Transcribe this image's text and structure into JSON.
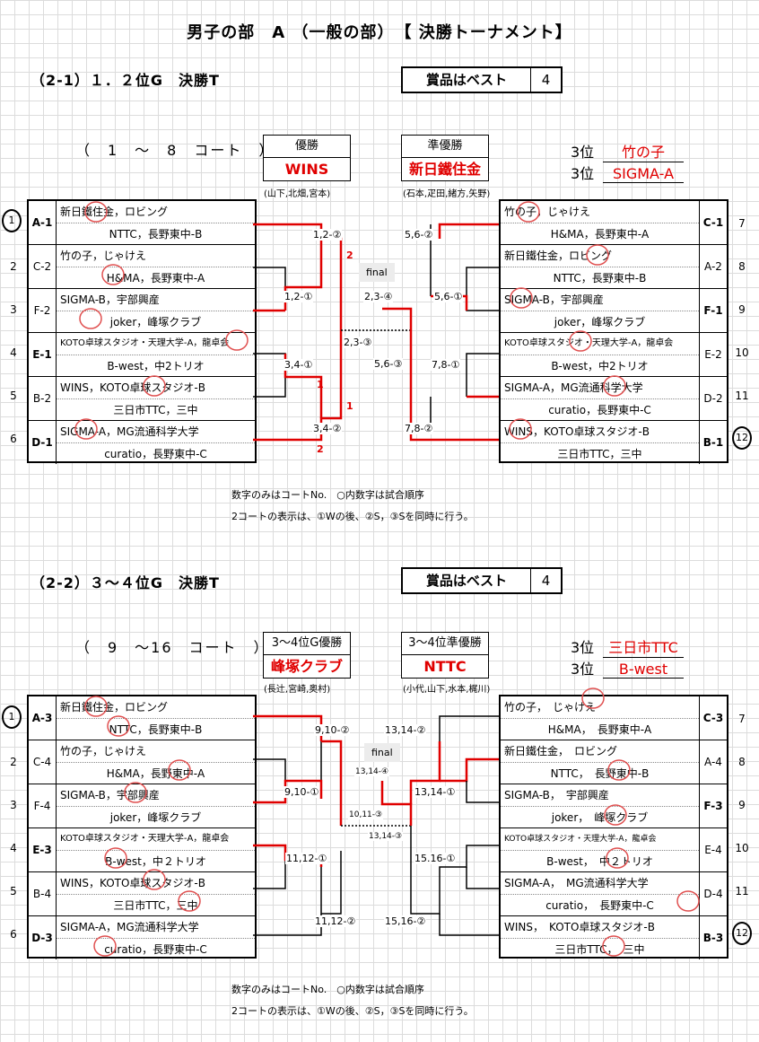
{
  "title": "男子の部　A （一般の部）　【 決勝トーナメント】",
  "sections": [
    {
      "heading": "（2-1）１．２位G　決勝T",
      "prize_label": "賞品はベスト",
      "prize_value": "4",
      "court": "（　1　～　8　コート　）",
      "winner_label": "優勝",
      "winner": "WINS",
      "winner_members": "(山下,北畑,宮本)",
      "runner_label": "準優勝",
      "runner": "新日鐵住金",
      "runner_members": "(石本,疋田,緒方,矢野)",
      "third_label": "3位",
      "third1": "竹の子",
      "third2": "SIGMA-A",
      "final_label": "final",
      "left_rows": [
        {
          "code": "A-1",
          "l1": "新日鐵住金，ロビング",
          "l2": "NTTC，長野東中-B",
          "num": "1"
        },
        {
          "code": "C-2",
          "l1": "竹の子，じゃけえ",
          "l2": "H&MA，長野東中-A",
          "num": "2"
        },
        {
          "code": "F-2",
          "l1": "SIGMA-B，宇部興産",
          "l2": "joker，峰塚クラブ",
          "num": "3"
        },
        {
          "code": "E-1",
          "l1": "KOTO卓球スタジオ・天理大学-A，龍卓会",
          "l2": "B-west，中2トリオ",
          "num": "4"
        },
        {
          "code": "B-2",
          "l1": "WINS，KOTO卓球スタジオ-B",
          "l2": "三日市TTC，三中",
          "num": "5"
        },
        {
          "code": "D-1",
          "l1": "SIGMA-A，MG流通科学大学",
          "l2": "curatio，長野東中-C",
          "num": "6"
        }
      ],
      "right_rows": [
        {
          "code": "C-1",
          "l1": "竹の子，じゃけえ",
          "l2": "H&MA，長野東中-A",
          "num": "7"
        },
        {
          "code": "A-2",
          "l1": "新日鐵住金，ロビング",
          "l2": "NTTC，長野東中-B",
          "num": "8"
        },
        {
          "code": "F-1",
          "l1": "SIGMA-B，宇部興産",
          "l2": "joker，峰塚クラブ",
          "num": "9"
        },
        {
          "code": "E-2",
          "l1": "KOTO卓球スタジオ・天理大学-A，龍卓会",
          "l2": "B-west，中2トリオ",
          "num": "10"
        },
        {
          "code": "D-2",
          "l1": "SIGMA-A，MG流通科学大学",
          "l2": "curatio，長野東中-C",
          "num": "11"
        },
        {
          "code": "B-1",
          "l1": "WINS，KOTO卓球スタジオ-B",
          "l2": "三日市TTC，三中",
          "num": "12"
        }
      ],
      "match_labels": {
        "l12": "1,2-②",
        "l12b": "1,2-①",
        "l34": "3,4-①",
        "l34b": "3,4-②",
        "r56": "5,6-②",
        "r56b": "5,6-①",
        "r78": "7,8-①",
        "r78b": "7,8-②",
        "f1": "2,3-④",
        "f2": "2,3-③",
        "f3": "5,6-③"
      },
      "red_nums": [
        "2",
        "1",
        "1",
        "2"
      ],
      "note1": "数字のみはコートNo.　○内数字は試合順序",
      "note2": "2コートの表示は、①Wの後、②S，③Sを同時に行う。"
    },
    {
      "heading": "（2-2）３～４位G　決勝T",
      "prize_label": "賞品はベスト",
      "prize_value": "4",
      "court": "（　9　～16　コート　）",
      "winner_label": "3～4位G優勝",
      "winner": "峰塚クラブ",
      "winner_members": "(長辻,宮崎,奥村)",
      "runner_label": "3～4位準優勝",
      "runner": "NTTC",
      "runner_members": "(小代,山下,水本,梶川)",
      "third_label": "3位",
      "third1": "三日市TTC",
      "third2": "B-west",
      "final_label": "final",
      "left_rows": [
        {
          "code": "A-3",
          "l1": "新日鐵住金，ロビング",
          "l2": "NTTC，長野東中-B",
          "num": "1"
        },
        {
          "code": "C-4",
          "l1": "竹の子，じゃけえ",
          "l2": "H&MA，長野東中-A",
          "num": "2"
        },
        {
          "code": "F-4",
          "l1": "SIGMA-B，宇部興産",
          "l2": "joker，峰塚クラブ",
          "num": "3"
        },
        {
          "code": "E-3",
          "l1": "KOTO卓球スタジオ・天理大学-A，龍卓会",
          "l2": "B-west，中２トリオ",
          "num": "4"
        },
        {
          "code": "B-4",
          "l1": "WINS，KOTO卓球スタジオ-B",
          "l2": "三日市TTC，三中",
          "num": "5"
        },
        {
          "code": "D-3",
          "l1": "SIGMA-A，MG流通科学大学",
          "l2": "curatio，長野東中-C",
          "num": "6"
        }
      ],
      "right_rows": [
        {
          "code": "C-3",
          "l1": "竹の子，　じゃけえ",
          "l2": "H&MA，　長野東中-A",
          "num": "7"
        },
        {
          "code": "A-4",
          "l1": "新日鐵住金，　ロビング",
          "l2": "NTTC，　長野東中-B",
          "num": "8"
        },
        {
          "code": "F-3",
          "l1": "SIGMA-B，　宇部興産",
          "l2": "joker，　峰塚クラブ",
          "num": "9"
        },
        {
          "code": "E-4",
          "l1": "KOTO卓球スタジオ・天理大学-A，龍卓会",
          "l2": "B-west，　中２トリオ",
          "num": "10"
        },
        {
          "code": "D-4",
          "l1": "SIGMA-A，　MG流通科学大学",
          "l2": "curatio，　長野東中-C",
          "num": "11"
        },
        {
          "code": "B-3",
          "l1": "WINS，　KOTO卓球スタジオ-B",
          "l2": "三日市TTC，　三中",
          "num": "12"
        }
      ],
      "match_labels": {
        "l12": "9,10-②",
        "l12b": "9,10-①",
        "l34": "11,12-①",
        "l34b": "11,12-②",
        "r56": "13,14-②",
        "r56b": "13,14-①",
        "r78": "15.16-①",
        "r78b": "15,16-②",
        "f1": "13,14-④",
        "f2": "10,11-③",
        "f3": "13,14-③"
      },
      "note1": "数字のみはコートNo.　○内数字は試合順序",
      "note2": "2コートの表示は、①Wの後、②S，③Sを同時に行う。"
    }
  ],
  "colors": {
    "win_line": "#e00000",
    "line": "#000000",
    "grid": "#dcdcdc",
    "mark": "#e05050"
  }
}
